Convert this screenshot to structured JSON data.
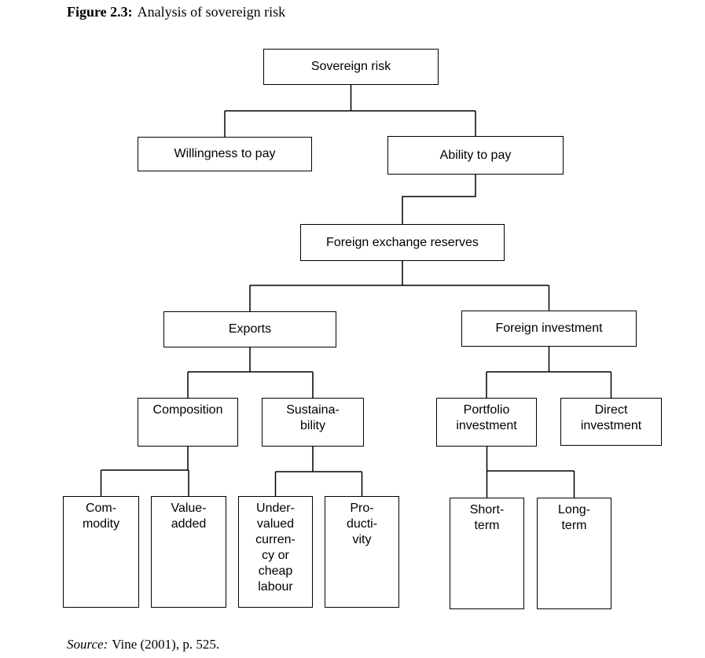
{
  "figure": {
    "label": "Figure 2.3:",
    "caption": "Analysis of sovereign risk"
  },
  "nodes": {
    "sovereign_risk": "Sovereign risk",
    "willingness_to_pay": "Willingness to pay",
    "ability_to_pay": "Ability to pay",
    "foreign_exchange_reserves": "Foreign exchange reserves",
    "exports": "Exports",
    "foreign_investment": "Foreign investment",
    "composition": "Composition",
    "sustainability": "Sustaina-\nbility",
    "portfolio_investment": "Portfolio\ninvestment",
    "direct_investment": "Direct\ninvestment",
    "commodity": "Com-\nmodity",
    "value_added": "Value-\nadded",
    "undervalued_currency": "Under-\nvalued\ncurren-\ncy or\ncheap\nlabour",
    "productivity": "Pro-\nducti-\nvity",
    "short_term": "Short-\nterm",
    "long_term": "Long-\nterm"
  },
  "hierarchy": {
    "edges": [
      {
        "from": "Sovereign risk",
        "to": "Willingness to pay"
      },
      {
        "from": "Sovereign risk",
        "to": "Ability to pay"
      },
      {
        "from": "Ability to pay",
        "to": "Foreign exchange reserves"
      },
      {
        "from": "Foreign exchange reserves",
        "to": "Exports"
      },
      {
        "from": "Foreign exchange reserves",
        "to": "Foreign investment"
      },
      {
        "from": "Exports",
        "to": "Composition"
      },
      {
        "from": "Exports",
        "to": "Sustainability"
      },
      {
        "from": "Foreign investment",
        "to": "Portfolio investment"
      },
      {
        "from": "Foreign investment",
        "to": "Direct investment"
      },
      {
        "from": "Composition",
        "to": "Commodity"
      },
      {
        "from": "Composition",
        "to": "Value-added"
      },
      {
        "from": "Sustainability",
        "to": "Undervalued currency or cheap labour"
      },
      {
        "from": "Sustainability",
        "to": "Productivity"
      },
      {
        "from": "Portfolio investment",
        "to": "Short-term"
      },
      {
        "from": "Portfolio investment",
        "to": "Long-term"
      }
    ]
  },
  "source": {
    "label": "Source:",
    "citation": "Vine (2001), p. 525."
  },
  "colors": {
    "line": "#000000",
    "text": "#000000",
    "background": "#ffffff"
  }
}
